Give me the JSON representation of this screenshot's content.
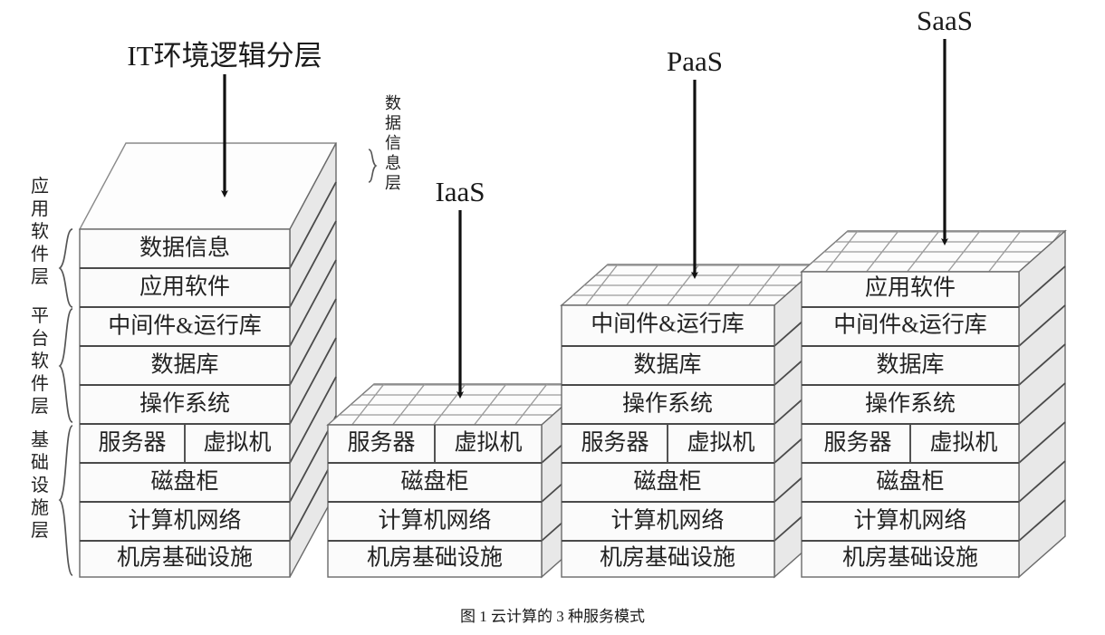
{
  "figure": {
    "title": "IT环境逻辑分层",
    "caption": "图 1  云计算的 3 种服务模式",
    "background_color": "#ffffff",
    "line_color": "#4a4a4a",
    "side_face_color": "#e8e8e8",
    "front_face_color": "#fbfbfb",
    "text_color": "#222222"
  },
  "model_labels": {
    "iaas": "IaaS",
    "paas": "PaaS",
    "saas": "SaaS"
  },
  "zone_labels": {
    "data_info": "数据信息层",
    "application": "应用软件层",
    "platform": "平台软件层",
    "infrastructure": "基础设施层"
  },
  "layer_names": {
    "data_info": "数据信息",
    "application_software": "应用软件",
    "middleware_runtime": "中间件&运行库",
    "database": "数据库",
    "operating_system": "操作系统",
    "server": "服务器",
    "virtual_machine": "虚拟机",
    "disk_array": "磁盘柜",
    "computer_network": "计算机网络",
    "datacenter_facility": "机房基础设施"
  },
  "stacks": [
    {
      "id": "it-environment",
      "label": "IT环境逻辑分层",
      "top_style": "plain",
      "layers": [
        {
          "text": "数据信息",
          "split": false
        },
        {
          "text": "应用软件",
          "split": false
        },
        {
          "text": "中间件&运行库",
          "split": false
        },
        {
          "text": "数据库",
          "split": false
        },
        {
          "text": "操作系统",
          "split": false
        },
        {
          "left": "服务器",
          "right": "虚拟机",
          "split": true
        },
        {
          "text": "磁盘柜",
          "split": false
        },
        {
          "text": "计算机网络",
          "split": false
        },
        {
          "text": "机房基础设施",
          "split": false
        }
      ]
    },
    {
      "id": "iaas",
      "label": "IaaS",
      "top_style": "grid",
      "layers": [
        {
          "left": "服务器",
          "right": "虚拟机",
          "split": true
        },
        {
          "text": "磁盘柜",
          "split": false
        },
        {
          "text": "计算机网络",
          "split": false
        },
        {
          "text": "机房基础设施",
          "split": false
        }
      ]
    },
    {
      "id": "paas",
      "label": "PaaS",
      "top_style": "grid",
      "layers": [
        {
          "text": "中间件&运行库",
          "split": false
        },
        {
          "text": "数据库",
          "split": false
        },
        {
          "text": "操作系统",
          "split": false
        },
        {
          "left": "服务器",
          "right": "虚拟机",
          "split": true
        },
        {
          "text": "磁盘柜",
          "split": false
        },
        {
          "text": "计算机网络",
          "split": false
        },
        {
          "text": "机房基础设施",
          "split": false
        }
      ]
    },
    {
      "id": "saas",
      "label": "SaaS",
      "top_style": "grid",
      "layers": [
        {
          "text": "应用软件",
          "split": false
        },
        {
          "text": "中间件&运行库",
          "split": false
        },
        {
          "text": "数据库",
          "split": false
        },
        {
          "text": "操作系统",
          "split": false
        },
        {
          "left": "服务器",
          "right": "虚拟机",
          "split": true
        },
        {
          "text": "磁盘柜",
          "split": false
        },
        {
          "text": "计算机网络",
          "split": false
        },
        {
          "text": "机房基础设施",
          "split": false
        }
      ]
    }
  ]
}
